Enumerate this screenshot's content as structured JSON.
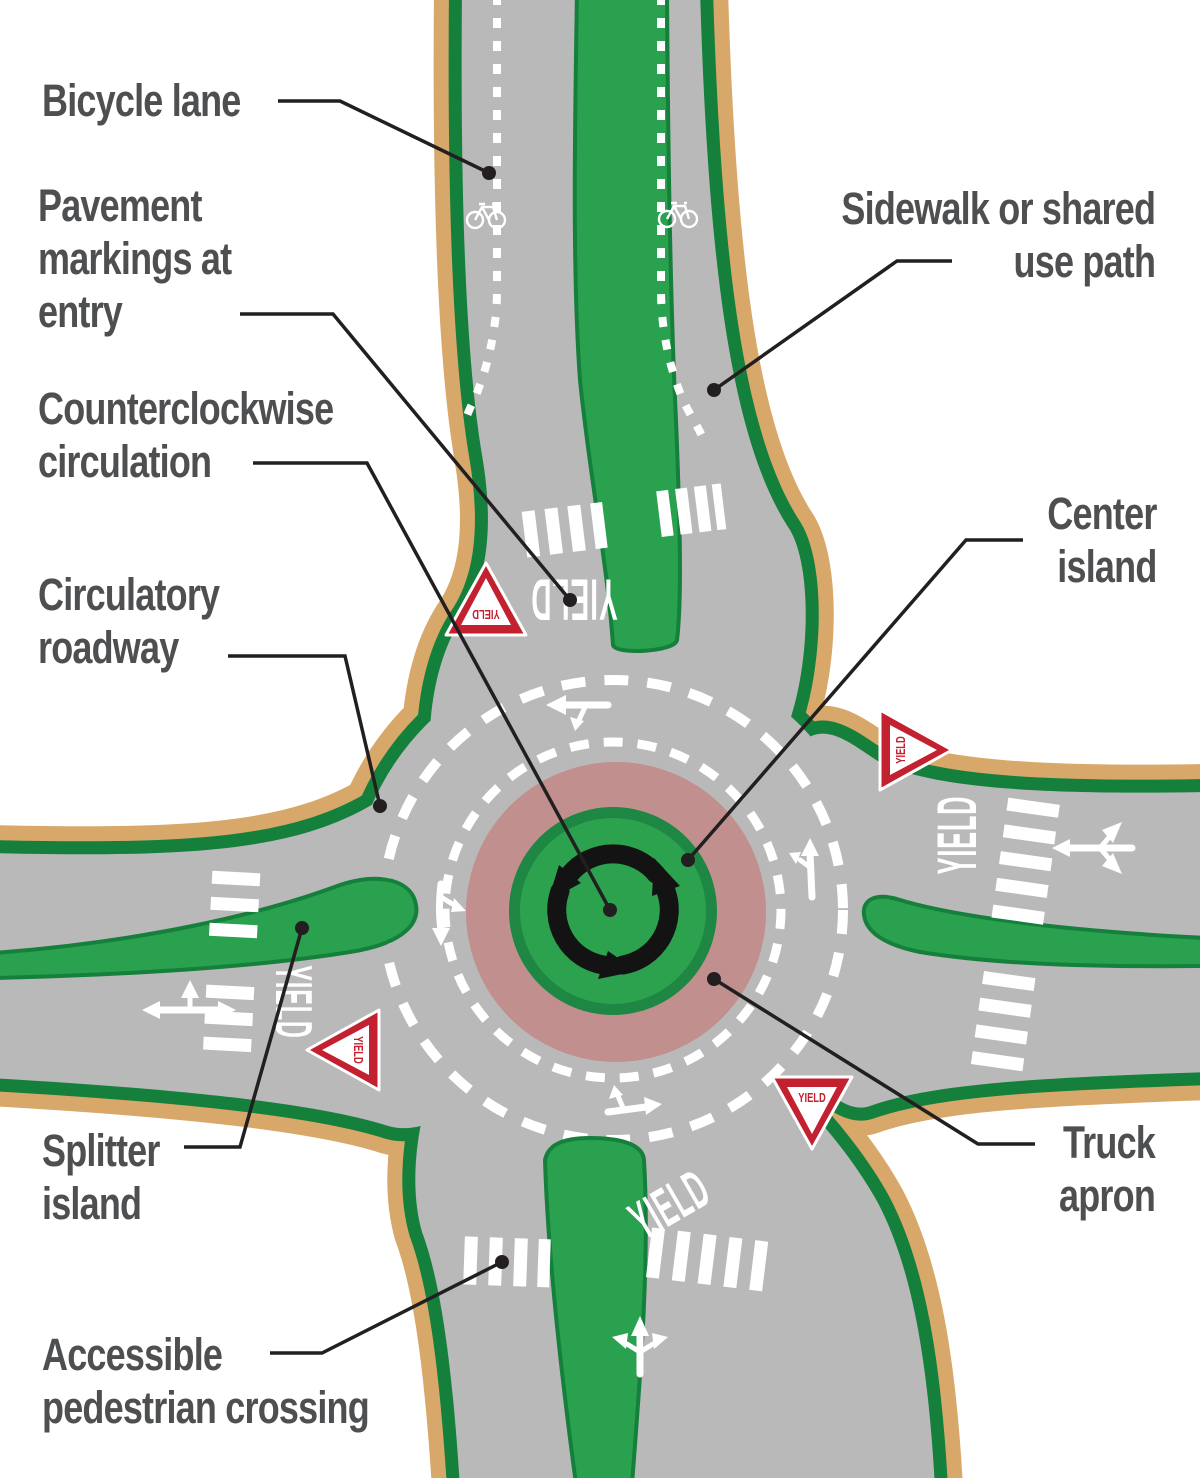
{
  "figure": {
    "type": "roundabout-diagram",
    "callouts": {
      "bicycle_lane": "Bicycle lane",
      "pavement_markings_entry": "Pavement\nmarkings at\nentry",
      "counterclockwise_circulation": "Counterclockwise\ncirculation",
      "circulatory_roadway": "Circulatory\nroadway",
      "splitter_island": "Splitter\nisland",
      "accessible_pedestrian_crossing": "Accessible\npedestrian crossing",
      "sidewalk_shared_use_path": "Sidewalk or shared\nuse path",
      "center_island": "Center\nisland",
      "truck_apron": "Truck\napron"
    },
    "pavement_text": {
      "yield": "YIELD"
    },
    "signs": {
      "yield_label": "YIELD"
    },
    "icons": {
      "yield_sign": "yield-sign-icon",
      "bicycle": "bicycle-icon",
      "circulation_arrows": "counterclockwise-arrows-icon"
    },
    "colors": {
      "roadway_gray": "#b9b9b9",
      "grass_green": "#2aa14e",
      "curb_dark_green": "#157f3c",
      "sidewalk_tan": "#d7a869",
      "truck_apron_pink": "#c18f8d",
      "center_island_green": "#2ca24e",
      "yield_sign_red": "#c32030",
      "marking_white": "#ffffff",
      "label_gray": "#4e4f51",
      "leader_black": "#231f20"
    }
  }
}
